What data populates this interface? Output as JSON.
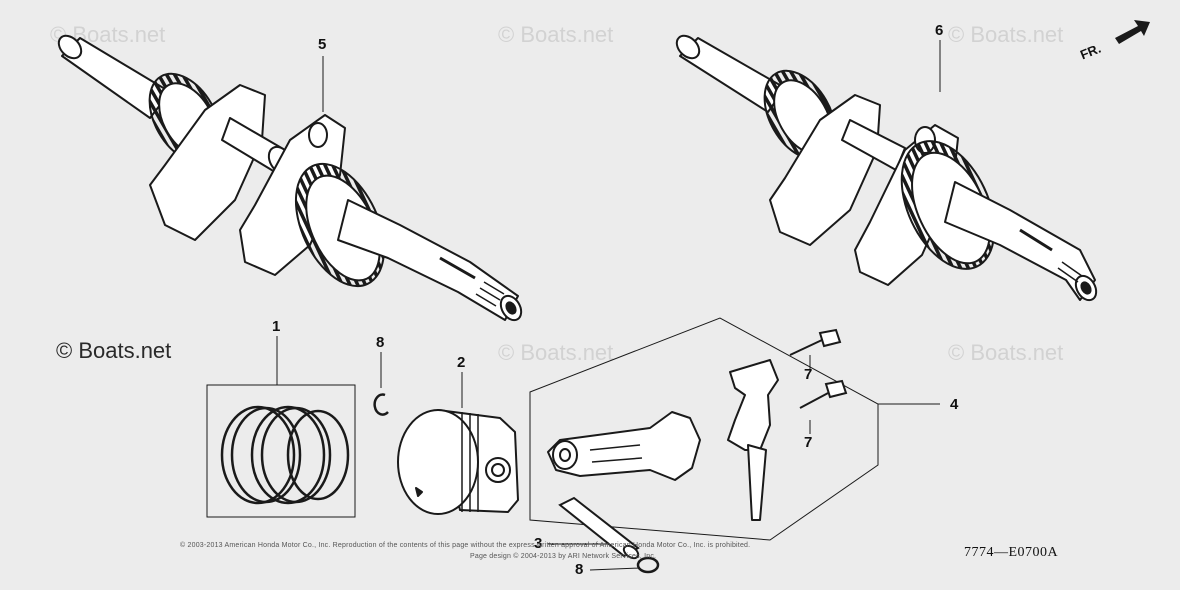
{
  "watermarks": {
    "main": "© Boats.net",
    "faint": "© Boats.net"
  },
  "callouts": {
    "piston_ring_set": "1",
    "piston": "2",
    "piston_pin": "3",
    "connecting_rod_assembly": "4",
    "crankshaft_left": "5",
    "crankshaft_right": "6",
    "rod_bolt_upper": "7",
    "rod_bolt_lower": "7",
    "piston_pin_clip_upper": "8",
    "piston_pin_clip_lower": "8"
  },
  "direction_label": "FR.",
  "diagram_code": "7774—E0700A",
  "copyright_line1": "© 2003-2013 American Honda Motor Co., Inc. Reproduction of the contents of this page without the express written approval of American Honda Motor Co., Inc. is prohibited.",
  "copyright_line2": "Page design © 2004-2013 by ARI Network Services, Inc.",
  "colors": {
    "background": "#ececec",
    "line": "#1a1a1a",
    "watermark": "#d2d2d2"
  }
}
